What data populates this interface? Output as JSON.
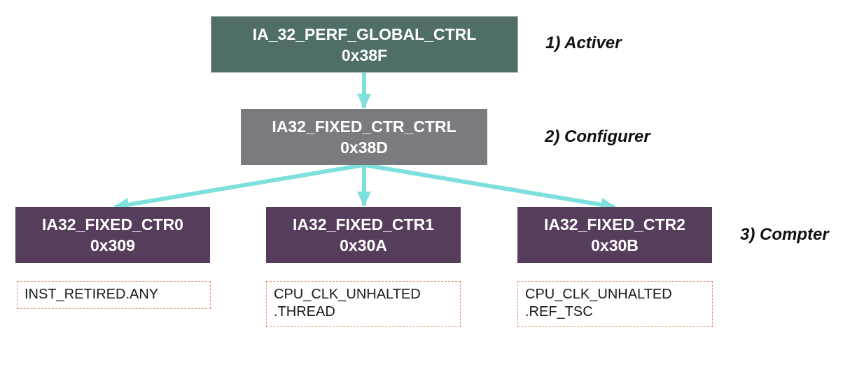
{
  "colors": {
    "enable_register": "#4f6e68",
    "config_register": "#7a7b7f",
    "counter_register": "#573d5c",
    "arrow": "#7ee0dc",
    "event_border": "#ec8a74"
  },
  "registers": {
    "global_ctrl": {
      "name": "IA_32_PERF_GLOBAL_CTRL",
      "address": "0x38F"
    },
    "fixed_ctr_ctrl": {
      "name": "IA32_FIXED_CTR_CTRL",
      "address": "0x38D"
    },
    "counters": [
      {
        "name": "IA32_FIXED_CTR0",
        "address": "0x309",
        "event_lines": [
          "INST_RETIRED.ANY"
        ]
      },
      {
        "name": "IA32_FIXED_CTR1",
        "address": "0x30A",
        "event_lines": [
          "CPU_CLK_UNHALTED",
          ".THREAD"
        ]
      },
      {
        "name": "IA32_FIXED_CTR2",
        "address": "0x30B",
        "event_lines": [
          "CPU_CLK_UNHALTED",
          ".REF_TSC"
        ]
      }
    ]
  },
  "steps": {
    "enable": "1) Activer",
    "configure": "2) Configurer",
    "count": "3) Compter"
  }
}
